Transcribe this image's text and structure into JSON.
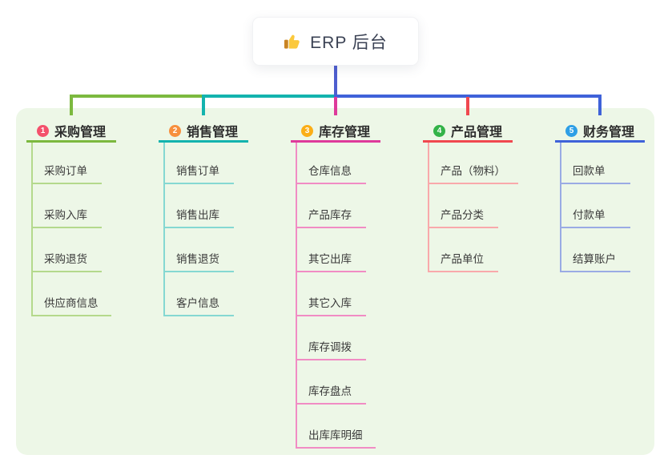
{
  "root": {
    "label": "ERP 后台",
    "icon": "thumbs-up-icon"
  },
  "branches": [
    {
      "index": "1",
      "label": "采购管理",
      "children": [
        "采购订单",
        "采购入库",
        "采购退货",
        "供应商信息"
      ],
      "colors": {
        "line": "#7cb93f",
        "child_line": "#b4d98c",
        "badge": "#f4516c"
      }
    },
    {
      "index": "2",
      "label": "销售管理",
      "children": [
        "销售订单",
        "销售出库",
        "销售退货",
        "客户信息"
      ],
      "colors": {
        "line": "#13b3ae",
        "child_line": "#85d8d2",
        "badge": "#f78f3d"
      }
    },
    {
      "index": "3",
      "label": "库存管理",
      "children": [
        "仓库信息",
        "产品库存",
        "其它出库",
        "其它入库",
        "库存调拨",
        "库存盘点",
        "出库库明细"
      ],
      "colors": {
        "line": "#de3a9b",
        "child_line": "#f18cc4",
        "badge": "#fbae17"
      }
    },
    {
      "index": "4",
      "label": "产品管理",
      "children": [
        "产品（物料）",
        "产品分类",
        "产品单位"
      ],
      "colors": {
        "line": "#f0484f",
        "child_line": "#f9a9ab",
        "badge": "#33b348"
      }
    },
    {
      "index": "5",
      "label": "财务管理",
      "children": [
        "回款单",
        "付款单",
        "结算账户"
      ],
      "colors": {
        "line": "#3f62d9",
        "child_line": "#9aabe4",
        "badge": "#2e9fe6"
      }
    }
  ],
  "connector_colors": {
    "stem": "#4e5ecf"
  },
  "background": {
    "panel": "#edf7e7",
    "canvas": "#ffffff"
  }
}
